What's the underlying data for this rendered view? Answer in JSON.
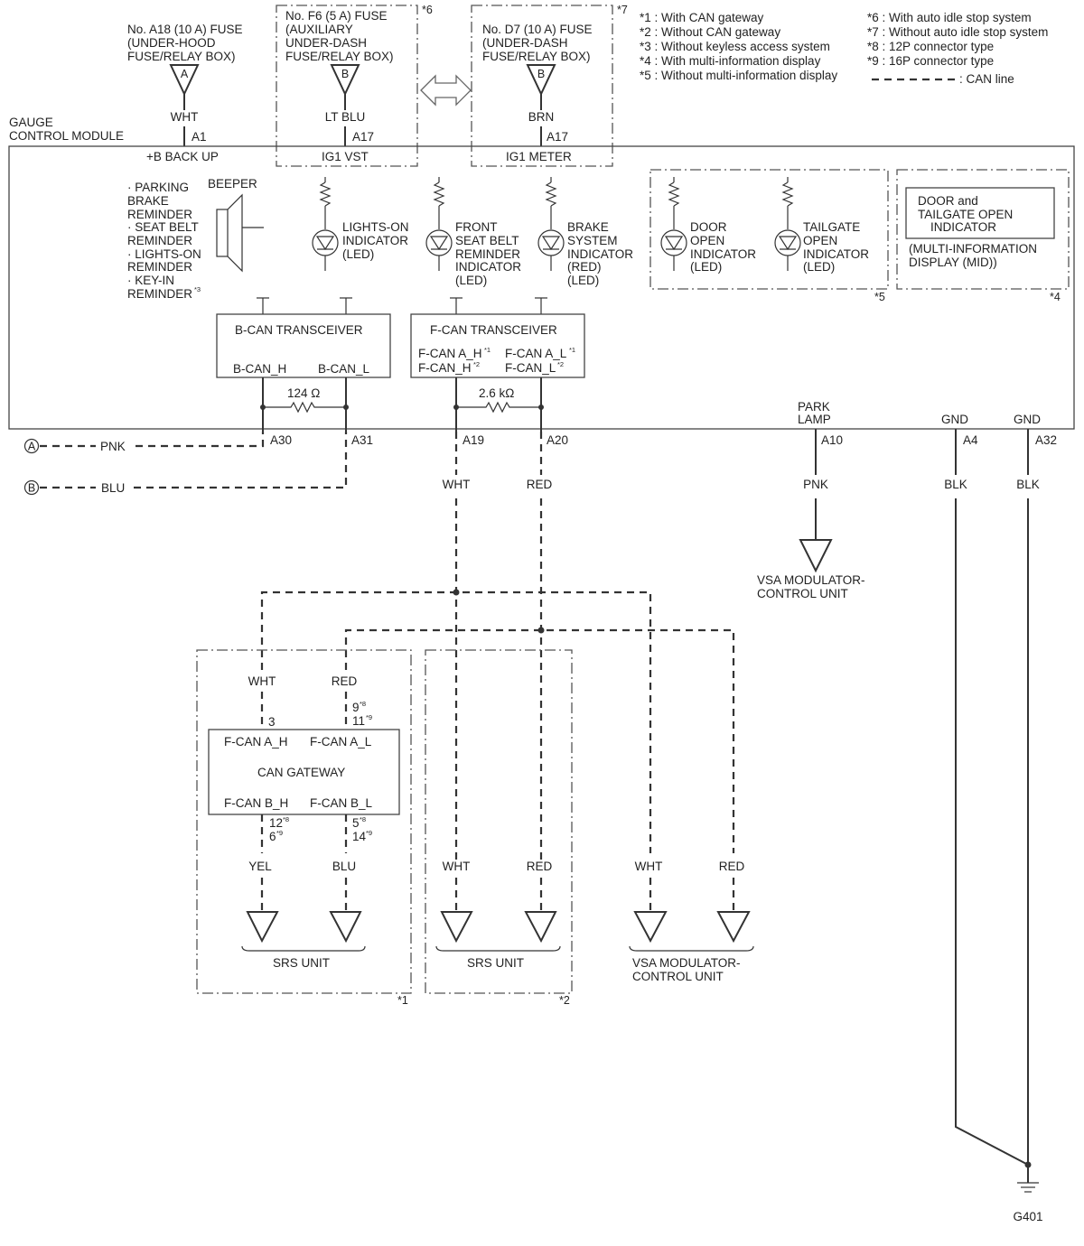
{
  "fuses": {
    "a18": {
      "l1": "No. A18 (10 A) FUSE",
      "l2": "(UNDER-HOOD",
      "l3": "FUSE/RELAY BOX)",
      "conn": "A",
      "wire": "WHT",
      "pin": "A1",
      "term": "+B BACK UP"
    },
    "f6": {
      "l1": "No. F6 (5 A) FUSE",
      "l2": "(AUXILIARY",
      "l3": "UNDER-DASH",
      "l4": "FUSE/RELAY BOX)",
      "conn": "B",
      "wire": "LT BLU",
      "pin": "A17",
      "term": "IG1 VST",
      "note": "*6"
    },
    "d7": {
      "l1": "No. D7 (10 A) FUSE",
      "l2": "(UNDER-DASH",
      "l3": "FUSE/RELAY BOX)",
      "conn": "B",
      "wire": "BRN",
      "pin": "A17",
      "term": "IG1 METER",
      "note": "*7"
    }
  },
  "legend": {
    "n1": "*1 : With CAN gateway",
    "n2": "*2 : Without CAN gateway",
    "n3": "*3 : Without keyless access system",
    "n4": "*4 : With multi-information display",
    "n5": "*5 : Without multi-information display",
    "n6": "*6 : With auto idle stop system",
    "n7": "*7 : Without auto idle stop system",
    "n8": "*8 : 12P connector type",
    "n9": "*9 : 16P connector type",
    "can": ": CAN line"
  },
  "module": {
    "l1": "GAUGE",
    "l2": "CONTROL MODULE"
  },
  "reminders": {
    "l1": "· PARKING",
    "l2": "BRAKE",
    "l3": "REMINDER",
    "l4": "· SEAT BELT",
    "l5": "REMINDER",
    "l6": "· LIGHTS-ON",
    "l7": "REMINDER",
    "l8": "· KEY-IN",
    "l9": "REMINDER",
    "sup": "*3",
    "beeper": "BEEPER"
  },
  "leds": {
    "lights": {
      "l1": "LIGHTS-ON",
      "l2": "INDICATOR",
      "l3": "(LED)"
    },
    "seatbelt": {
      "l1": "FRONT",
      "l2": "SEAT BELT",
      "l3": "REMINDER",
      "l4": "INDICATOR",
      "l5": "(LED)"
    },
    "brake": {
      "l1": "BRAKE",
      "l2": "SYSTEM",
      "l3": "INDICATOR",
      "l4": "(RED)",
      "l5": "(LED)"
    },
    "door": {
      "l1": "DOOR",
      "l2": "OPEN",
      "l3": "INDICATOR",
      "l4": "(LED)"
    },
    "tailgate": {
      "l1": "TAILGATE",
      "l2": "OPEN",
      "l3": "INDICATOR",
      "l4": "(LED)"
    },
    "note5": "*5"
  },
  "mid": {
    "l1": "DOOR and",
    "l2": "TAILGATE OPEN",
    "l3": "INDICATOR",
    "l4": "(MULTI-INFORMATION",
    "l5": "DISPLAY (MID))",
    "note": "*4"
  },
  "bcan": {
    "title": "B-CAN TRANSCEIVER",
    "h": "B-CAN_H",
    "l": "B-CAN_L",
    "res": "124 Ω",
    "pin_h": "A30",
    "pin_l": "A31",
    "wire_h": "PNK",
    "wire_l": "BLU",
    "conn_h": "A",
    "conn_l": "B"
  },
  "fcan": {
    "title": "F-CAN TRANSCEIVER",
    "h1": "F-CAN A_H",
    "h2": "F-CAN_H",
    "l1": "F-CAN A_L",
    "l2": "F-CAN_L",
    "s1": "*1",
    "s2": "*2",
    "res": "2.6 kΩ",
    "pin_h": "A19",
    "pin_l": "A20",
    "wire_h": "WHT",
    "wire_l": "RED"
  },
  "park": {
    "l1": "PARK",
    "l2": "LAMP",
    "pin": "A10",
    "wire": "PNK",
    "dest1": "VSA MODULATOR-",
    "dest2": "CONTROL UNIT"
  },
  "gnd": {
    "label": "GND",
    "pin1": "A4",
    "pin2": "A32",
    "wire": "BLK",
    "ground": "G401"
  },
  "gateway": {
    "wire_in_h": "WHT",
    "wire_in_l": "RED",
    "pin_in_h": "3",
    "pin_in_l1": "9",
    "pin_in_l2": "11",
    "sup8": "*8",
    "sup9": "*9",
    "ah": "F-CAN A_H",
    "al": "F-CAN A_L",
    "title": "CAN GATEWAY",
    "bh": "F-CAN B_H",
    "bl": "F-CAN B_L",
    "pin_out_h1": "12",
    "pin_out_h2": "6",
    "pin_out_l1": "5",
    "pin_out_l2": "14",
    "wire_out_h": "YEL",
    "wire_out_l": "BLU",
    "dest": "SRS UNIT",
    "note": "*1"
  },
  "direct": {
    "wire_h": "WHT",
    "wire_l": "RED",
    "dest": "SRS UNIT",
    "note": "*2"
  },
  "vsa": {
    "wire_h": "WHT",
    "wire_l": "RED",
    "dest1": "VSA MODULATOR-",
    "dest2": "CONTROL UNIT"
  }
}
